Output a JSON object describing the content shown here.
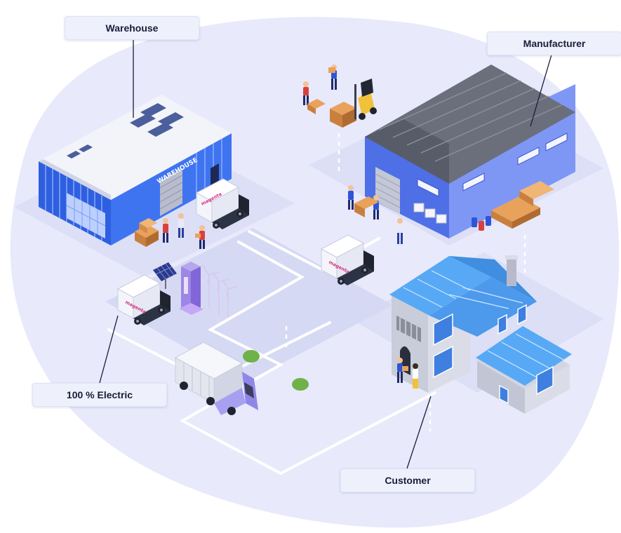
{
  "labels": {
    "warehouse": "Warehouse",
    "manufacturer": "Manufacturer",
    "electric": "100 % Electric",
    "customer": "Customer"
  },
  "signs": {
    "warehouse_wall": "WAREHOUSE",
    "van_brand": "magenta"
  },
  "colors": {
    "blob": "#e8e9fb",
    "ground": "#dcdff6",
    "road": "#ffffff",
    "warehouse_blue": "#2e5fe0",
    "factory_blue": "#6f86f2",
    "roof_gray": "#6b6f7c",
    "house_roof": "#57a9f5",
    "house_wall": "#c9ccd9",
    "truck_cab": "#8f87e8",
    "brand": "#d62d80",
    "label_bg": "#eef0fb",
    "label_text": "#1a1d3a"
  }
}
